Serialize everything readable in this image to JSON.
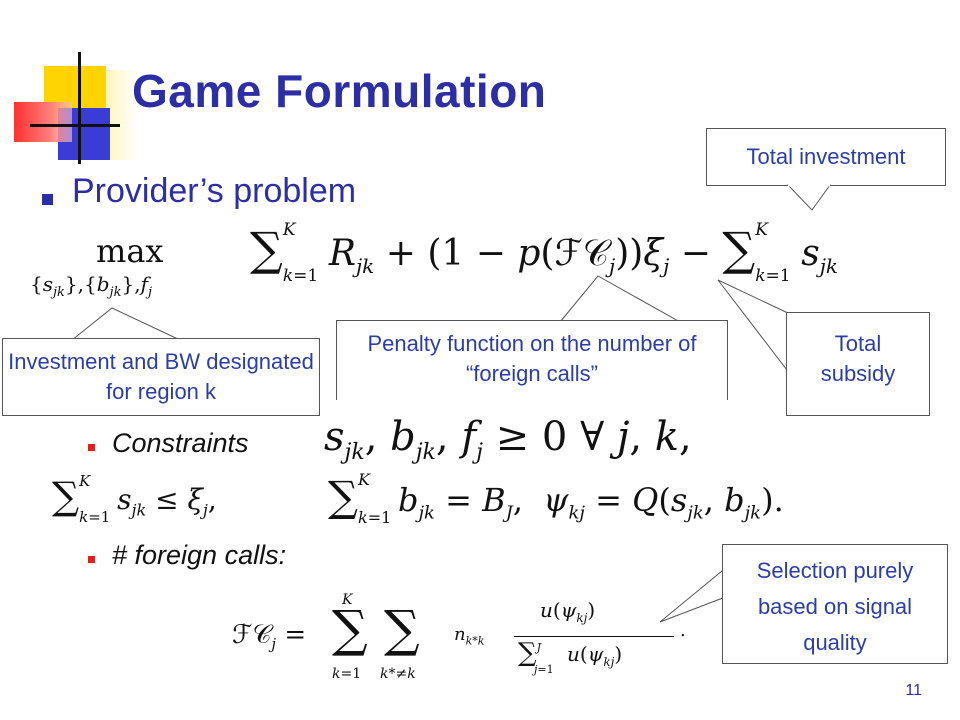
{
  "slide": {
    "title": "Game Formulation",
    "bullet_main": "Provider’s problem",
    "sub_constraints": "Constraints",
    "sub_foreign_calls": "# foreign calls:",
    "page_number": "11"
  },
  "callouts": {
    "total_investment": "Total investment",
    "investment_bw": "Investment and BW designated for region k",
    "penalty": "Penalty function on the number of “foreign calls”",
    "total_subsidy": "Total subsidy",
    "selection": "Selection purely based on signal quality"
  },
  "equations": {
    "objective_max": "max",
    "objective_sub": "{s_jk},{b_jk},f_j",
    "objective": "Σ_{k=1}^{K} R_jk + (1 − p(FC_j))ξ_j − Σ_{k=1}^{K} s_jk",
    "constraint_nonneg": "s_jk, b_jk, f_j ≥ 0 ∀ j, k,",
    "constraint_sum_s": "Σ_{k=1}^{K} s_jk ≤ ξ_j,",
    "constraint_sum_b": "Σ_{k=1}^{K} b_jk = B_J,  ψ_kj = Q(s_jk, b_jk).",
    "foreign_calls": "FC_j = Σ_{k=1}^{K} Σ_{k*≠k} n_{k*k} u(ψ_kj) / Σ_{j=1}^{J} u(ψ_kj)."
  },
  "colors": {
    "title": "#2c2ea6",
    "callout_text": "#2b3ea8",
    "sub_bullet": "#e02020"
  }
}
